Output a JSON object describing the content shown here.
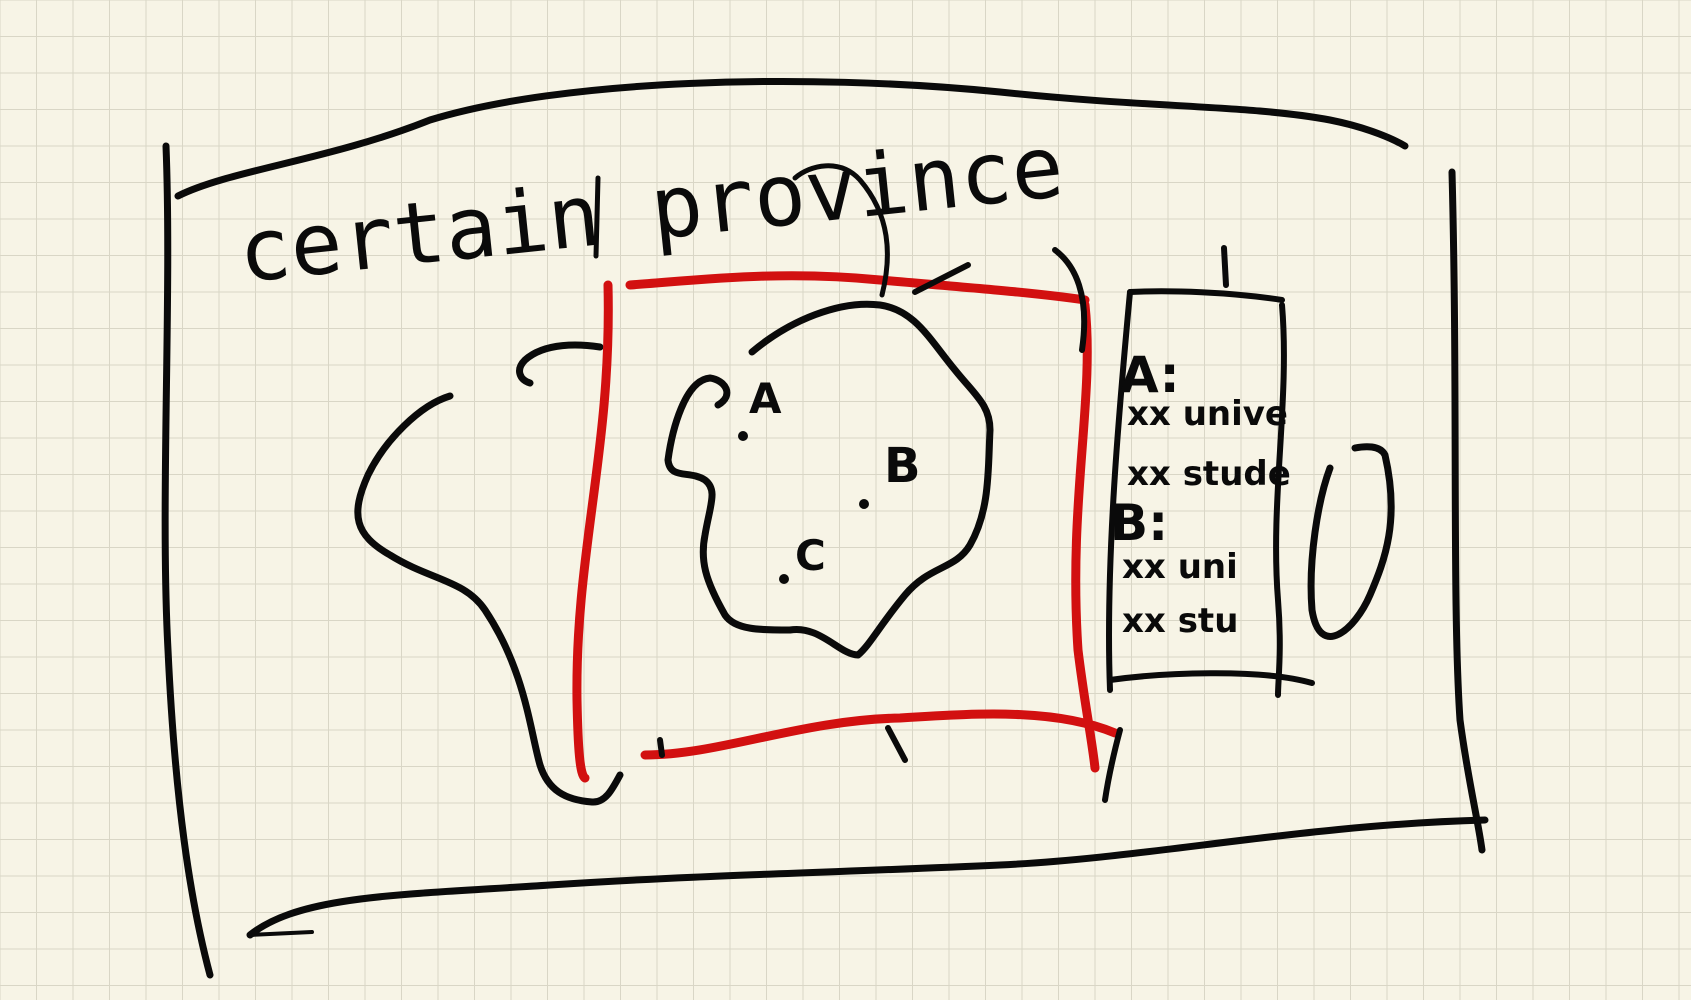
{
  "colors": {
    "paper": "#f7f4e6",
    "grid": "#d9d6c6",
    "ink": "#0a0a0a",
    "highlight": "#d21010"
  },
  "labels": {
    "title": "certain province",
    "point_a": "A",
    "point_b": "B",
    "point_c": "C"
  },
  "info_card": {
    "a_heading": "A:",
    "a_line1": "xx unive",
    "a_line2": "xx stude",
    "b_heading": "B:",
    "b_line1": "xx uni",
    "b_line2": "xx stu"
  }
}
